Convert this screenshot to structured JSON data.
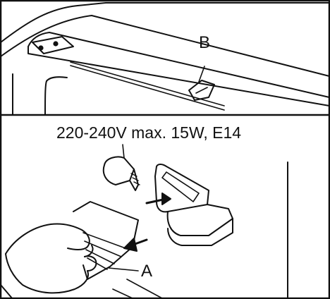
{
  "top_panel": {
    "label_b": "B"
  },
  "bottom_panel": {
    "bulb_spec": "220-240V max. 15W, E14",
    "label_a": "A"
  },
  "colors": {
    "ink": "#111111",
    "background": "#ffffff"
  }
}
